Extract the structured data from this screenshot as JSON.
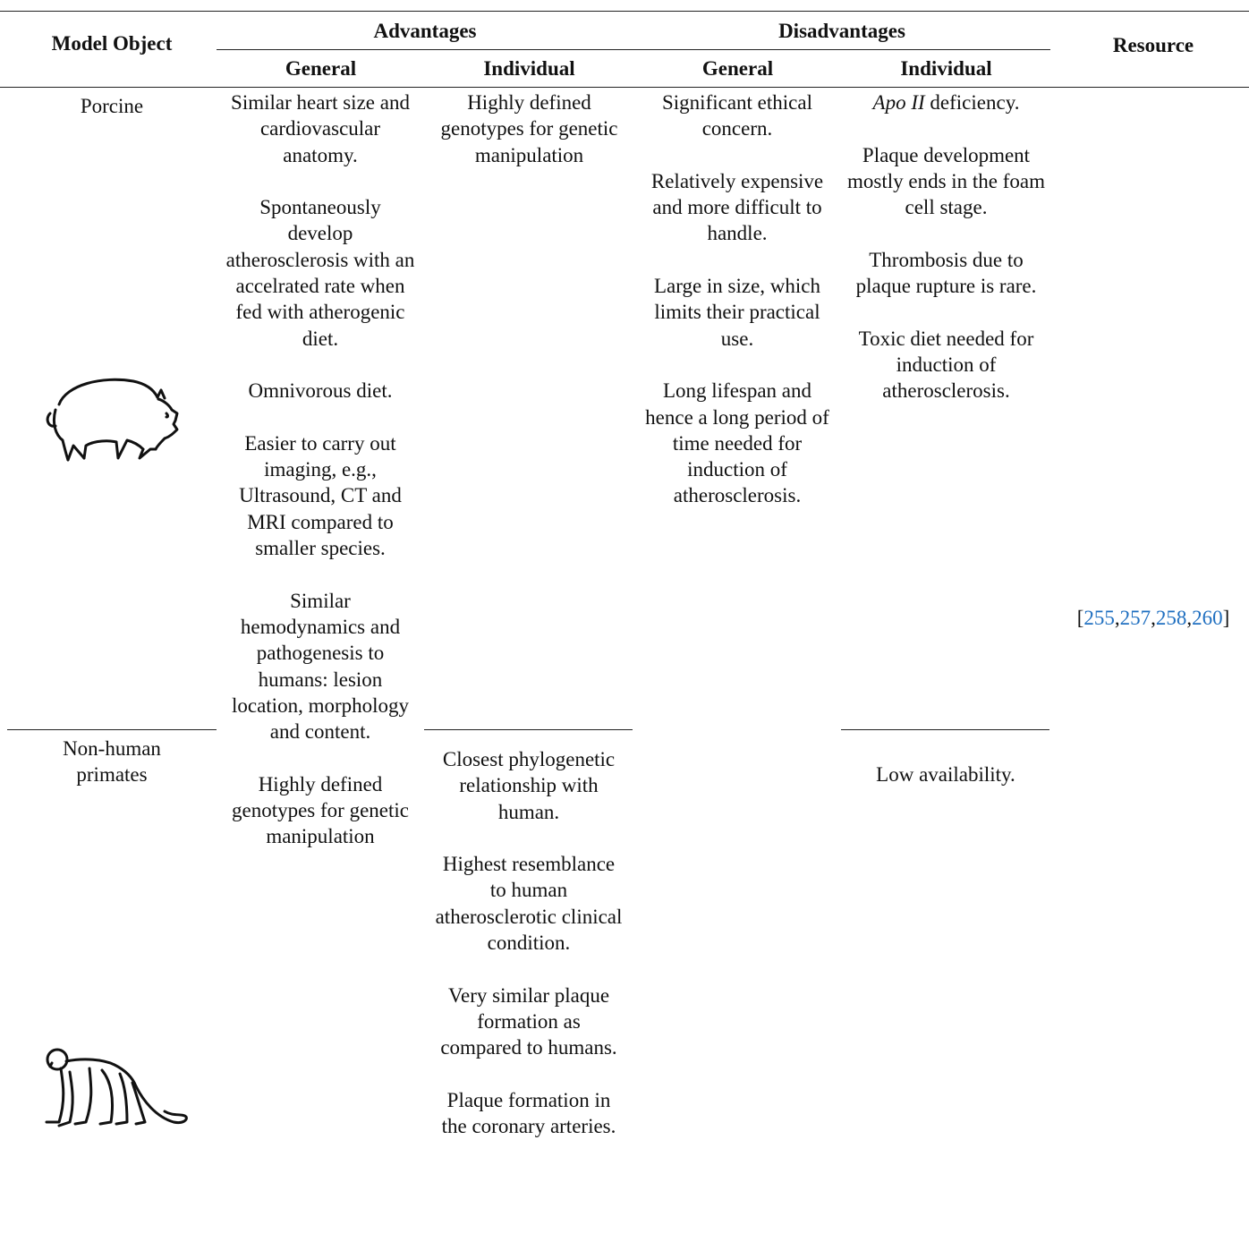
{
  "header": {
    "model_object": "Model Object",
    "advantages": "Advantages",
    "disadvantages": "Disadvantages",
    "resource": "Resource",
    "adv_general": "General",
    "adv_individual": "Individual",
    "dis_general": "General",
    "dis_individual": "Individual"
  },
  "rows": {
    "porcine": {
      "name": "Porcine",
      "icon": "pig-icon",
      "adv_individual": [
        "Highly defined genotypes for genetic manipulation"
      ],
      "dis_individual_first_italic": "Apo II",
      "dis_individual_first_rest": " deficiency.",
      "dis_individual": [
        "Plaque development mostly ends in the foam cell stage.",
        "Thrombosis due to plaque rupture is rare.",
        "Toxic diet needed for induction of atherosclerosis."
      ]
    },
    "primates": {
      "name": "Non-human primates",
      "icon": "monkey-icon",
      "adv_individual": [
        "Closest phylogenetic relationship with human.",
        "Highest resemblance to human atherosclerotic clinical condition.",
        "Very similar plaque formation as compared to humans.",
        "Plaque formation in the coronary arteries."
      ],
      "dis_individual": [
        "Low availability."
      ]
    }
  },
  "shared": {
    "adv_general": [
      "Similar heart size and cardiovascular anatomy.",
      "Spontaneously develop atherosclerosis with an accelrated rate when fed with atherogenic diet.",
      "Omnivorous diet.",
      "Easier to carry out imaging, e.g., Ultrasound, CT and MRI compared to smaller species.",
      "Similar hemodynamics and pathogenesis to humans: lesion location, morphology and content.",
      "Highly defined genotypes for genetic manipulation"
    ],
    "dis_general": [
      "Significant ethical concern.",
      "Relatively expensive and more difficult to handle.",
      "Large in size, which limits their practical use.",
      "Long lifespan and hence a long period of time needed for induction of atherosclerosis."
    ],
    "resource": {
      "open": "[",
      "refs": [
        "255",
        "257",
        "258",
        "260"
      ],
      "sep": ",",
      "close": "]"
    }
  },
  "colors": {
    "link": "#1f6fc0",
    "rule": "#222222"
  }
}
